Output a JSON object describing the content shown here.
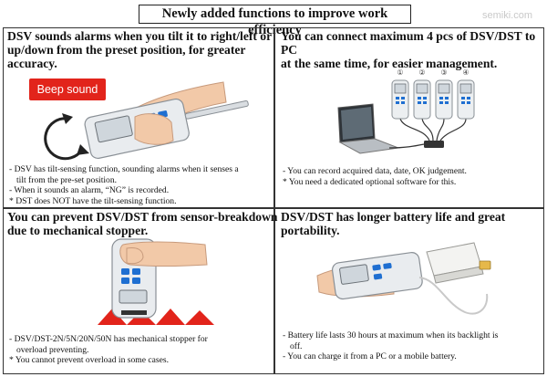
{
  "page": {
    "title": "Newly added functions to improve work efficiency",
    "watermark": "semiki.com"
  },
  "panels": {
    "tilt": {
      "heading": [
        "DSV sounds alarms when you tilt it to right/left or",
        "up/down from the preset position, for greater",
        "accuracy."
      ],
      "callout": "Beep sound",
      "notes": [
        "- DSV has tilt-sensing function, sounding alarms when it senses a",
        "tilt from the pre-set position.",
        "- When it sounds an alarm, “NG” is recorded.",
        "* DST does NOT have the tilt-sensing function."
      ]
    },
    "pc": {
      "heading": [
        "You can connect maximum 4 pcs of DSV/DST to PC",
        "at the same time, for easier management."
      ],
      "device_numbers": [
        "①",
        "②",
        "③",
        "④"
      ],
      "notes": [
        "- You can record acquired data, date, OK judgement.",
        "* You need a dedicated optional software for this."
      ]
    },
    "stopper": {
      "heading": [
        "You can prevent DSV/DST from sensor-breakdown",
        "due to mechanical stopper."
      ],
      "notes": [
        "- DSV/DST-2N/5N/20N/50N has mechanical stopper for",
        "overload preventing.",
        "* You cannot prevent overload in some cases."
      ]
    },
    "battery": {
      "heading": [
        "DSV/DST has longer battery life and great",
        "portability."
      ],
      "notes": [
        "- Battery life lasts 30 hours at maximum when its backlight is",
        "off.",
        "- You can charge it from a PC or a mobile battery."
      ]
    }
  },
  "colors": {
    "accent_red": "#e2241b",
    "device_blue": "#1f6fd1",
    "skin": "#f2c9a8",
    "border": "#333333"
  }
}
